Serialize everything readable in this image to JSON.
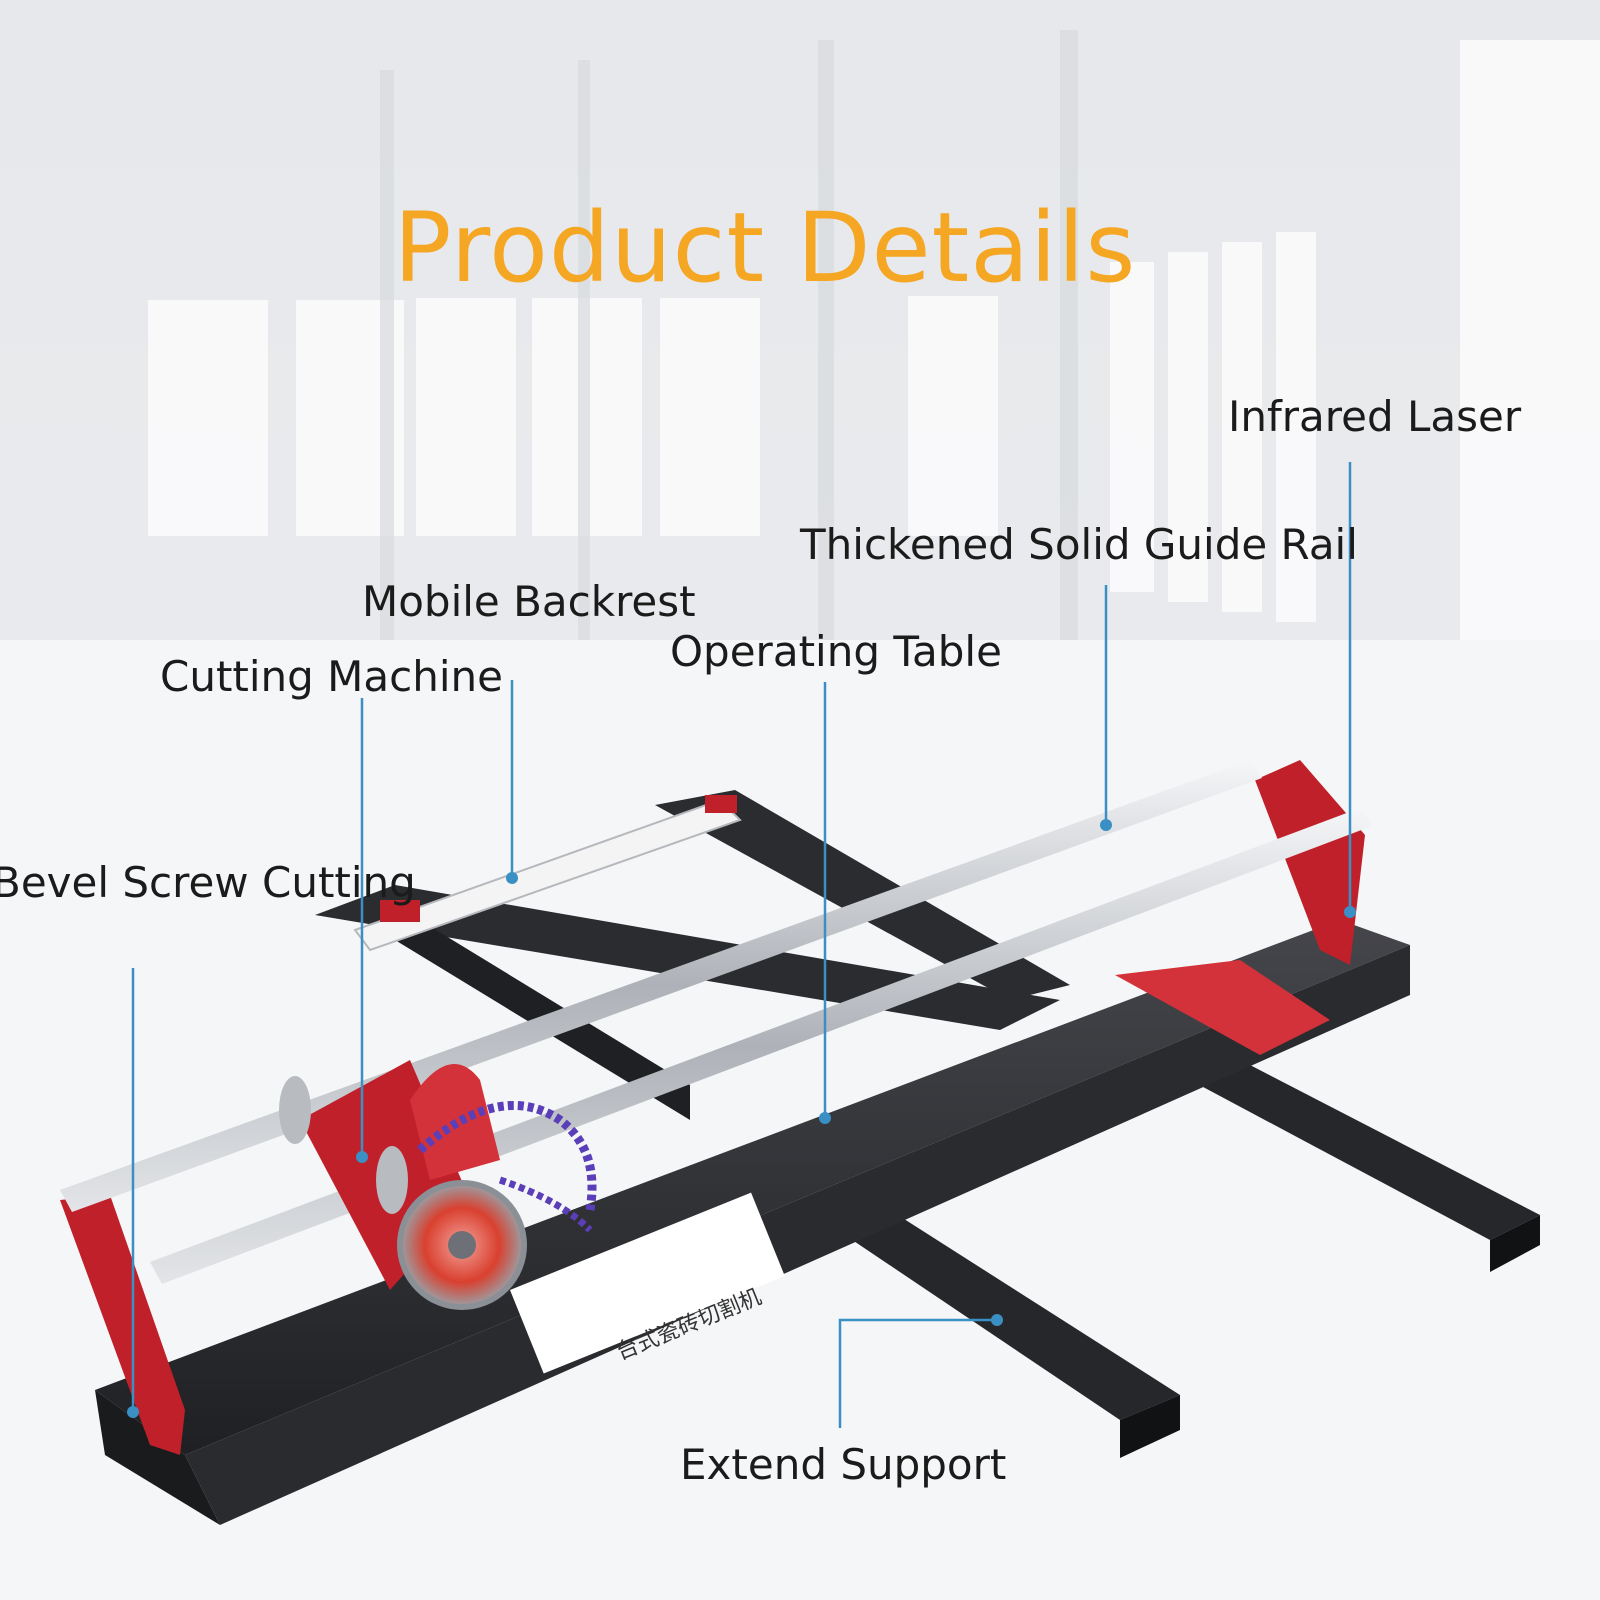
{
  "title": "Product Details",
  "colors": {
    "title": "#f5a623",
    "callout_line": "#3a8fc4",
    "frame_red": "#c0202a",
    "frame_black": "#2e2f33",
    "rail_silver": "#c9ccd1"
  },
  "labels": {
    "infrared_laser": "Infrared Laser",
    "guide_rail": "Thickened Solid Guide Rail",
    "mobile_backrest": "Mobile Backrest",
    "operating_table": "Operating Table",
    "cutting_machine": "Cutting Machine",
    "bevel_screw": "Bevel Screw Cutting",
    "extend_support": "Extend Support"
  },
  "product_panel_text": "台式瓷砖切割机"
}
